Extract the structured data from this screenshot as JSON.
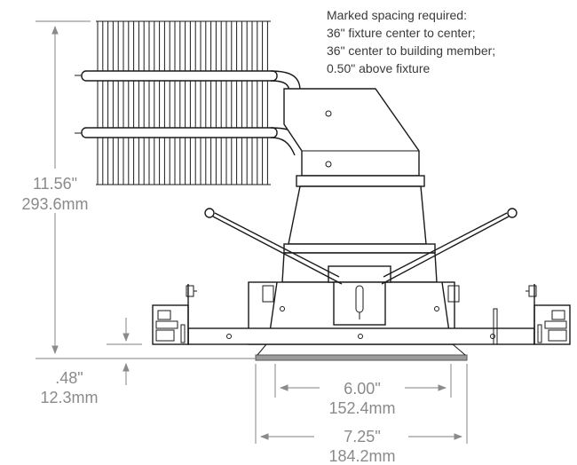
{
  "note": {
    "lines": [
      "Marked spacing required:",
      "36\" fixture center to center;",
      "36\" center to building member;",
      "0.50\" above fixture"
    ]
  },
  "dimensions": {
    "height": {
      "in": "11.56\"",
      "mm": "293.6mm"
    },
    "offset": {
      "in": ".48\"",
      "mm": "12.3mm"
    },
    "inner_width": {
      "in": "6.00\"",
      "mm": "152.4mm"
    },
    "outer_width": {
      "in": "7.25\"",
      "mm": "184.2mm"
    }
  }
}
